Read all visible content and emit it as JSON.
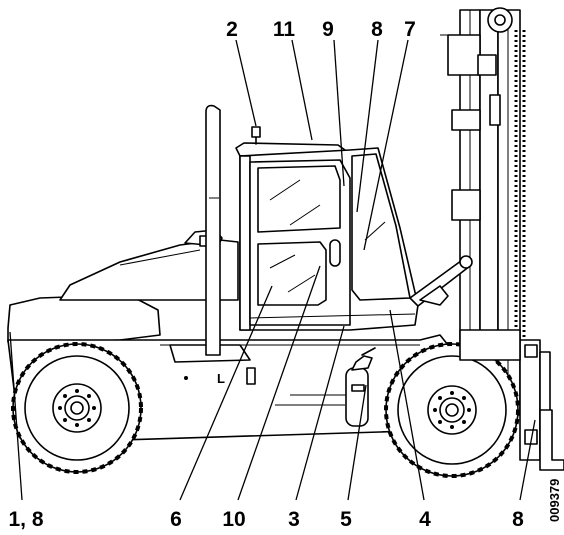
{
  "figure": {
    "drawing_code": "009379",
    "callouts": {
      "c2": "2",
      "c11": "11",
      "c9": "9",
      "c8_top": "8",
      "c7": "7",
      "c1_8": "1, 8",
      "c6": "6",
      "c10": "10",
      "c3": "3",
      "c5": "5",
      "c4": "4",
      "c8_bottom": "8"
    }
  }
}
